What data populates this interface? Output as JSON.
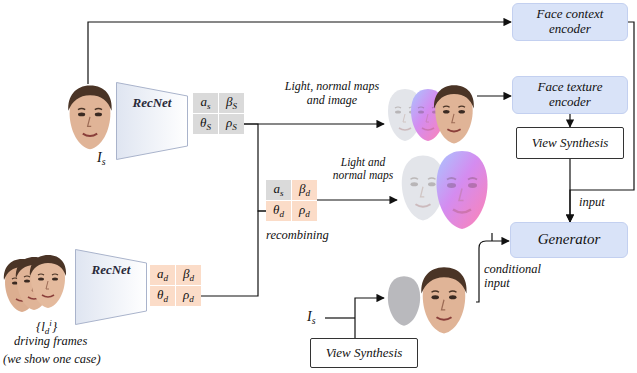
{
  "diagram": {
    "nodes": [
      {
        "text": [
          "Face context encoder"
        ]
      },
      {
        "text": [
          "Face texture encoder"
        ]
      },
      {
        "text": [
          "View Synthesis"
        ]
      },
      {
        "text": [
          "RecNet"
        ]
      },
      {
        "text": [
          "as"
        ]
      },
      {
        "text": [
          "βS"
        ]
      },
      {
        "text": [
          "θS"
        ]
      },
      {
        "text": [
          "ρS"
        ]
      },
      {
        "text": [
          "as"
        ]
      },
      {
        "text": [
          "βd"
        ]
      },
      {
        "text": [
          "θd"
        ]
      },
      {
        "text": [
          "ρd"
        ]
      },
      {
        "text": [
          "Generator"
        ]
      },
      {
        "text": [
          "RecNet"
        ]
      },
      {
        "text": [
          "ad"
        ]
      },
      {
        "text": [
          "βd"
        ]
      },
      {
        "text": [
          "θd"
        ]
      },
      {
        "text": [
          "ρd"
        ]
      },
      {
        "text": [
          "View Synthesis"
        ]
      }
    ],
    "edges": [
      {
        "from": 1,
        "to": 2,
        "arrow": "to"
      },
      {
        "from": 2,
        "to": 12,
        "arrow": "to",
        "label": "input"
      },
      {
        "from": 0,
        "to": 12,
        "arrow": "to"
      },
      {
        "from": 7,
        "to": 10,
        "arrow": "none"
      },
      {
        "from": 17,
        "to": 10,
        "arrow": "none"
      }
    ],
    "labels": [
      "Is",
      "Light, normal maps and image",
      "Light and normal maps",
      "recombining",
      "{ldi}",
      "driving frames",
      "(we show one case)",
      "conditional input",
      "Is"
    ]
  }
}
